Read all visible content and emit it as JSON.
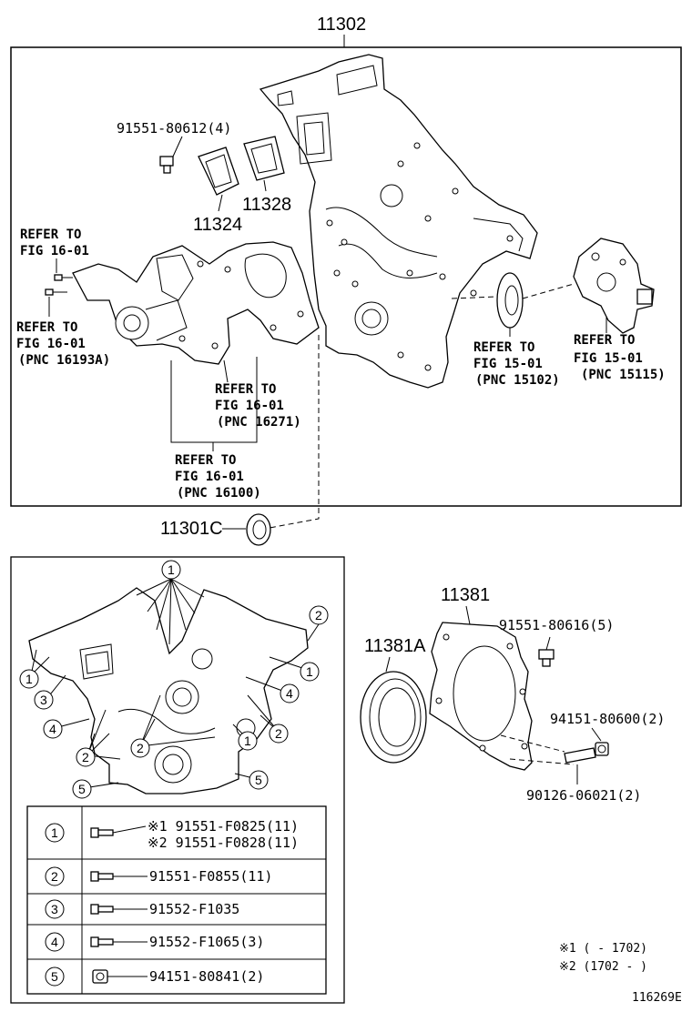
{
  "main_part": "11302",
  "top_labels": {
    "bolt_91551_80612": "91551-80612(4)",
    "p11328": "11328",
    "p11324": "11324",
    "refer_16_01_a": [
      "REFER TO",
      "FIG 16-01"
    ],
    "refer_16_01_b": [
      "REFER TO",
      "FIG 16-01",
      "(PNC 16193A)"
    ],
    "refer_16_01_c": [
      "REFER TO",
      "FIG 16-01",
      "(PNC 16271)"
    ],
    "refer_16_01_d": [
      "REFER TO",
      "FIG 16-01",
      "(PNC 16100)"
    ],
    "refer_15_01_a": [
      "REFER TO",
      "FIG 15-01",
      "(PNC 15102)"
    ],
    "refer_15_01_b": [
      "REFER TO",
      "FIG 15-01",
      "(PNC 15115)"
    ],
    "seal_11301c": "11301C"
  },
  "callouts": [
    "1",
    "2",
    "3",
    "4",
    "5"
  ],
  "bolt_table": [
    {
      "id": "1",
      "lines": [
        "※1 91551-F0825(11)",
        "※2 91551-F0828(11)"
      ]
    },
    {
      "id": "2",
      "lines": [
        "91551-F0855(11)"
      ]
    },
    {
      "id": "3",
      "lines": [
        "91552-F1035"
      ]
    },
    {
      "id": "4",
      "lines": [
        "91552-F1065(3)"
      ]
    },
    {
      "id": "5",
      "lines": [
        "94151-80841(2)"
      ]
    }
  ],
  "right_labels": {
    "p11381": "11381",
    "p11381a": "11381A",
    "bolt_91551_80616": "91551-80616(5)",
    "nut_94151_80600": "94151-80600(2)",
    "stud_90126_06021": "90126-06021(2)"
  },
  "notes": [
    "※1 (     - 1702)",
    "※2 (1702 -     )"
  ],
  "figure_id": "116269E"
}
